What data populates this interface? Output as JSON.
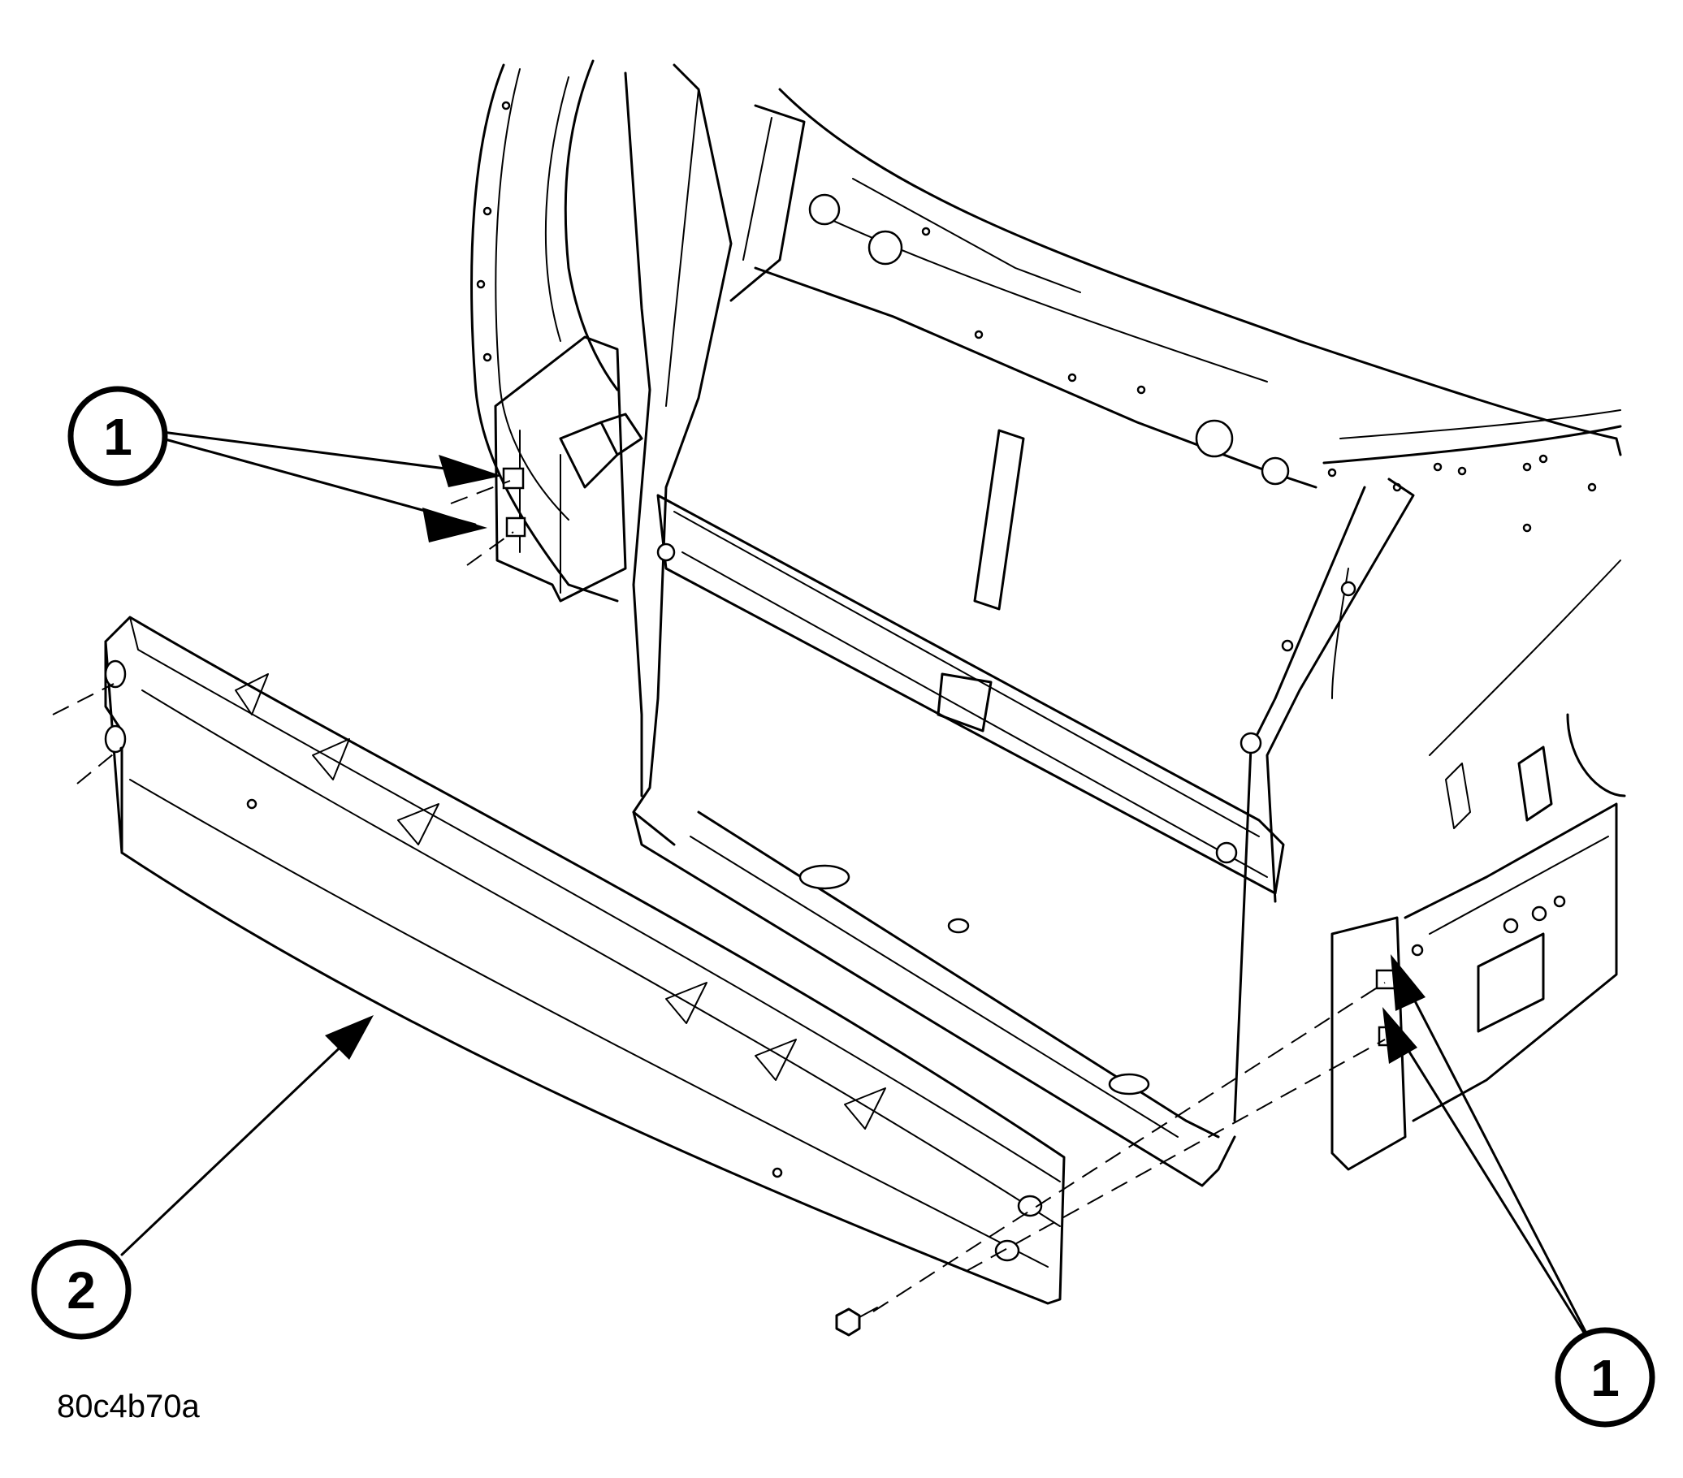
{
  "callouts": [
    {
      "id": "callout-1-left",
      "label": "1"
    },
    {
      "id": "callout-2",
      "label": "2"
    },
    {
      "id": "callout-1-right",
      "label": "1"
    }
  ],
  "figure_id": "80c4b70a",
  "colors": {
    "line": "#000000",
    "background": "#ffffff"
  }
}
